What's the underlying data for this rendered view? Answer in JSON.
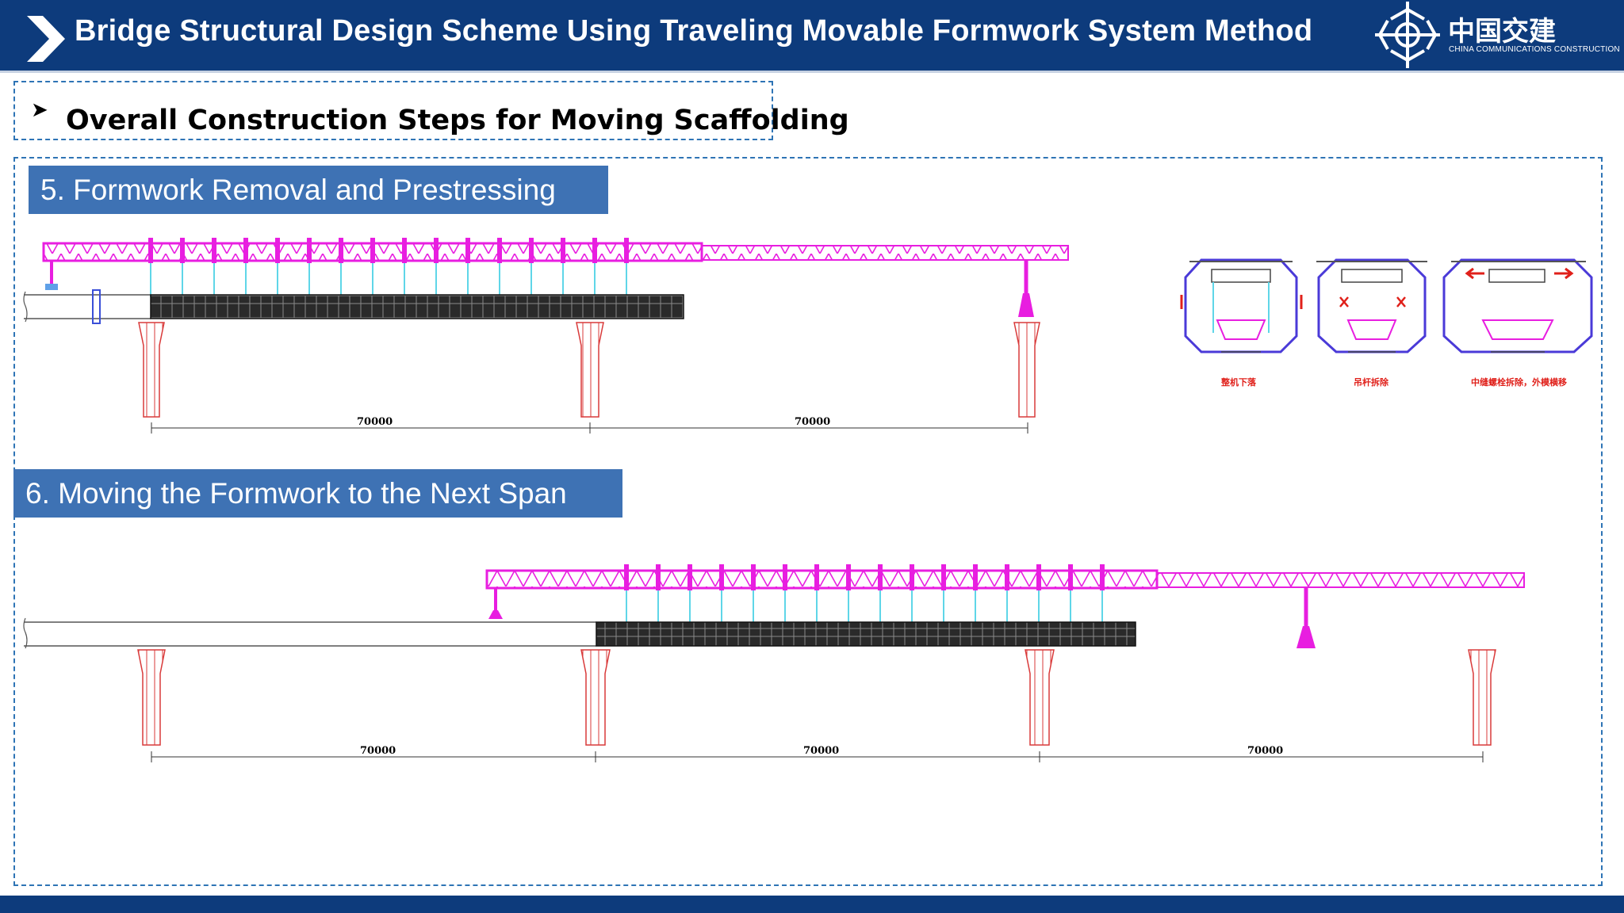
{
  "header": {
    "title": "Bridge Structural Design Scheme Using Traveling Movable Formwork System Method",
    "logo_cn": "中国交建",
    "logo_en": "CHINA COMMUNICATIONS CONSTRUCTION"
  },
  "section": {
    "subtitle": "Overall Construction Steps for Moving Scaffolding"
  },
  "steps": [
    {
      "label": "5. Formwork Removal and Prestressing",
      "dimensions": [
        "70000",
        "70000"
      ],
      "cross_section_captions": [
        "整机下落",
        "吊杆拆除",
        "中缝螺栓拆除，外模横移"
      ]
    },
    {
      "label": "6. Moving the Formwork to the Next Span",
      "dimensions": [
        "70000",
        "70000",
        "70000"
      ]
    }
  ],
  "colors": {
    "header_bg": "#0d3b7c",
    "step_label_bg": "#3e72b4",
    "truss": "#e81ee0",
    "hanger": "#5fd6e8",
    "pier": "#d93a3a",
    "formwork": "#222222",
    "dashed_border": "#2e74b5"
  }
}
